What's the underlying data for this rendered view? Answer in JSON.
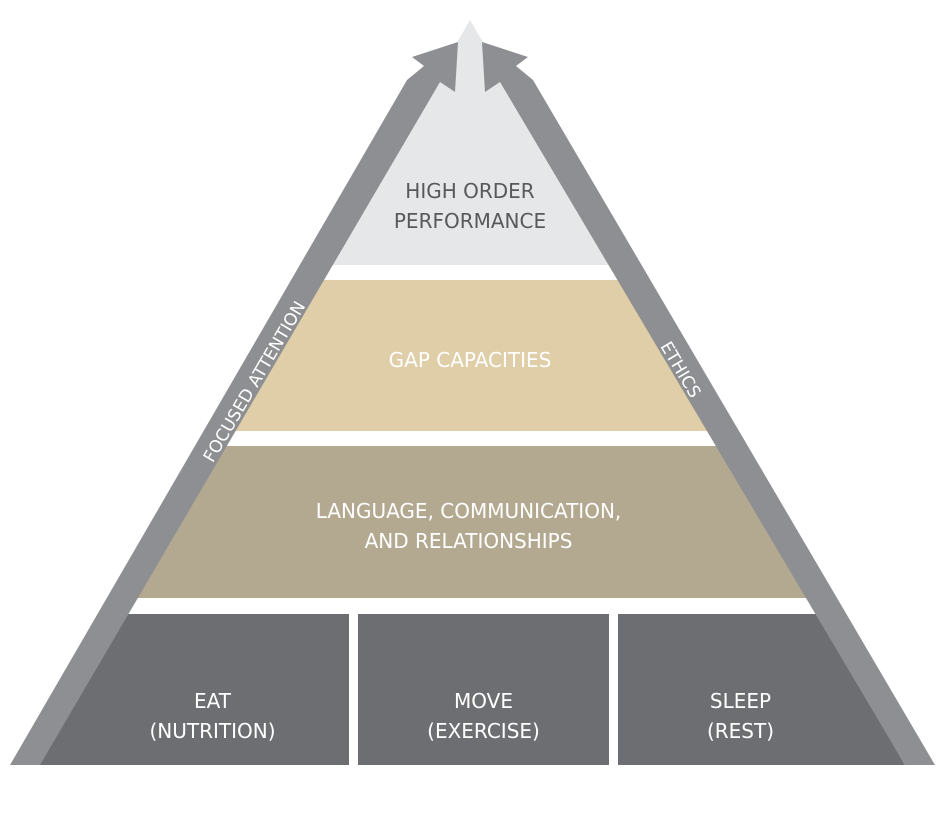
{
  "tiers": {
    "top": {
      "line1": "HIGH ORDER",
      "line2": "PERFORMANCE"
    },
    "gap": {
      "label": "GAP CAPACITIES"
    },
    "language": {
      "line1": "LANGUAGE, COMMUNICATION,",
      "line2": "AND RELATIONSHIPS"
    },
    "base": [
      {
        "line1": "EAT",
        "line2": "(NUTRITION)"
      },
      {
        "line1": "MOVE",
        "line2": "(EXERCISE)"
      },
      {
        "line1": "SLEEP",
        "line2": "(REST)"
      }
    ]
  },
  "arrows": {
    "left": "FOCUSED ATTENTION",
    "right": "ETHICS"
  },
  "colors": {
    "arrow": "#8e8f92",
    "top": "#e6e7e9",
    "gap": "#dfcea7",
    "language": "#b3a990",
    "base": "#6d6e72"
  }
}
